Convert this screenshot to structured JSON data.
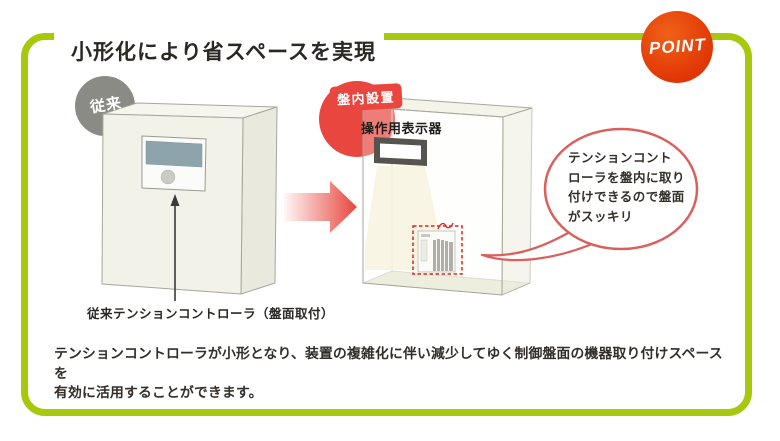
{
  "title": "小形化により省スペースを実現",
  "point_badge": {
    "label": "POINT"
  },
  "conventional": {
    "badge": "従来",
    "caption": "従来テンションコントローラ（盤面取付）"
  },
  "in_panel": {
    "badge": "盤内設置",
    "display_label": "操作用表示器"
  },
  "speech_bubble": {
    "text": "テンションコント\nローラを盤内に取り\n付けできるので盤面\nがスッキリ"
  },
  "footer": {
    "text": "テンションコントローラが小形となり、装置の複雑化に伴い減少してゆく制御盤面の機器取り付けスペースを\n有効に活用することができます。"
  },
  "colors": {
    "frame_green": "#a8c80e",
    "point_orange": "#e03505",
    "badge_red": "#e8463f",
    "badge_gray": "#8b8b85",
    "bubble_stroke": "#db5f5c",
    "highlight_red": "#e0251a",
    "screen_blue_gray": "#8da4ac"
  }
}
